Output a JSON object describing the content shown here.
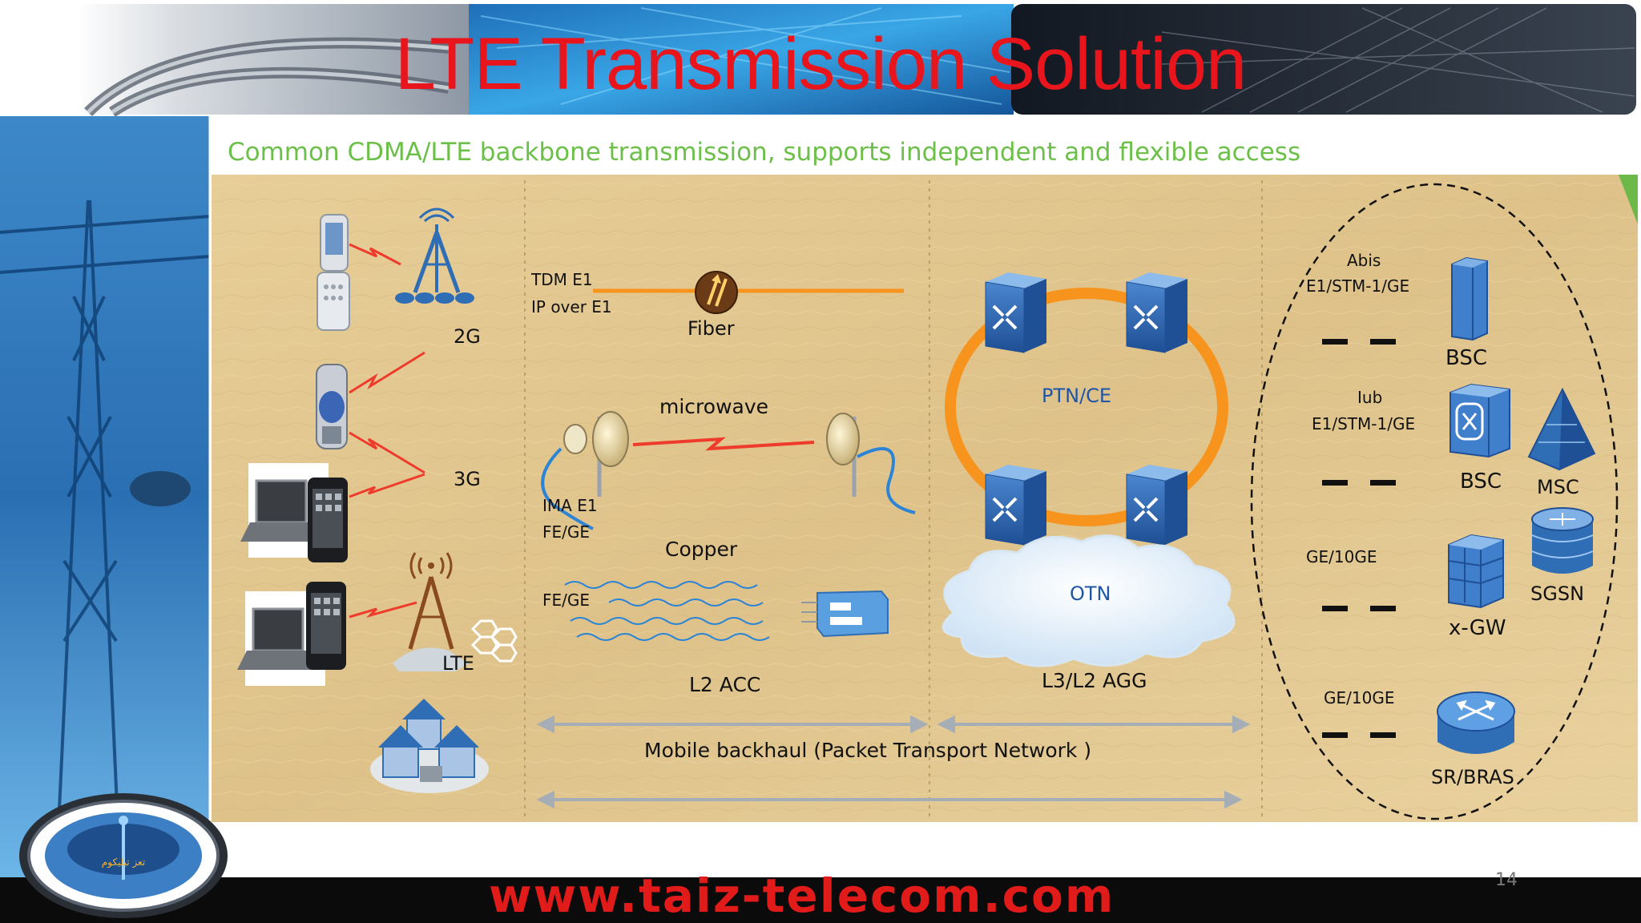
{
  "slide": {
    "title": "LTE Transmission Solution",
    "subtitle": "Common CDMA/LTE backbone transmission, supports independent and flexible access",
    "url": "www.taiz-telecom.com",
    "page_number": "14"
  },
  "access": {
    "label_2g": "2G",
    "label_3g": "3G",
    "label_lte": "LTE"
  },
  "transport": {
    "tdm_e1": "TDM E1",
    "ip_over_e1": "IP over E1",
    "fiber": "Fiber",
    "microwave": "microwave",
    "ima_e1": "IMA E1",
    "fe_ge_1": "FE/GE",
    "copper": "Copper",
    "fe_ge_2": "FE/GE",
    "l2_acc": "L2 ACC",
    "ptn_ce": "PTN/CE",
    "otn": "OTN",
    "l3l2_agg": "L3/L2 AGG",
    "backhaul": "Mobile backhaul (Packet Transport Network )"
  },
  "core": {
    "abis": "Abis",
    "abis_if": "E1/STM-1/GE",
    "bsc1": "BSC",
    "iub": "Iub",
    "iub_if": "E1/STM-1/GE",
    "bsc2": "BSC",
    "msc": "MSC",
    "ge1": "GE/10GE",
    "xgw": "x-GW",
    "sgsn": "SGSN",
    "ge2": "GE/10GE",
    "srbras": "SR/BRAS"
  },
  "colors": {
    "title": "#e8161c",
    "subtitle": "#6cc04a",
    "panel": "#e2c58c",
    "ring": "#f7941d",
    "router_blue": "#2f6db5",
    "url": "#e11a1a"
  }
}
